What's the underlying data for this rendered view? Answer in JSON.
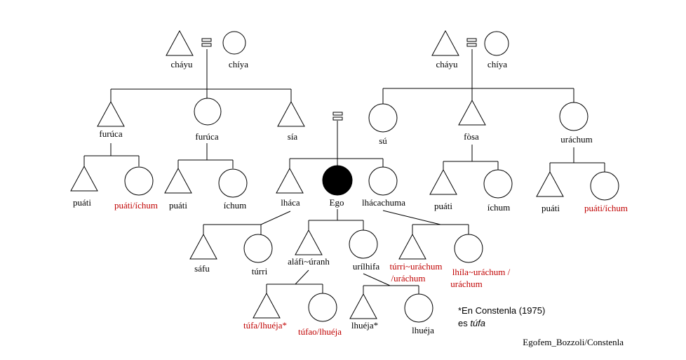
{
  "labels": {
    "gp_l_m": "cháyu",
    "gp_l_f": "chíya",
    "gp_r_m": "cháyu",
    "gp_r_f": "chíya",
    "p_furuca_m": "furúca",
    "p_furuca_f": "furúca",
    "p_sia": "sía",
    "p_su": "sú",
    "p_fosa": "fòsa",
    "p_urachum": "uráchum",
    "c1_puati": "puáti",
    "c1_puati_ichum": "puáti/íchum",
    "c2_puati": "puáti",
    "c2_ichum": "íchum",
    "s_lhaca": "lháca",
    "s_ego": "Ego",
    "s_lhacachuma": "lhácachuma",
    "c4_puati": "puáti",
    "c4_ichum": "íchum",
    "c5_puati": "puáti",
    "c5_puati_ichum": "puáti/íchum",
    "n1_safu": "sáfu",
    "n1_turri": "túrri",
    "ch_alafi": "aláfi~úranh",
    "ch_urilhifa": "urílhifa",
    "n2_turri_1": "túrri~uráchum",
    "n2_turri_2": "/uráchum",
    "n2_lhila_1": "lhíla~uráchum  /",
    "n2_lhila_2": "uráchum",
    "g1_tufa": "túfa/lhuéja*",
    "g1_tufao": "túfao/lhuéja",
    "g2_lhueja_a": "lhuéja*",
    "g2_lhueja_b": "lhuéja"
  },
  "note": {
    "line1": "*En Constenla (1975)",
    "line2_prefix": "es ",
    "line2_italic": "túfa"
  },
  "credit": "Egofem_Bozzoli/Constenla",
  "colors": {
    "ink": "#000000",
    "highlight": "#c00000",
    "ego_fill": "#000000"
  }
}
